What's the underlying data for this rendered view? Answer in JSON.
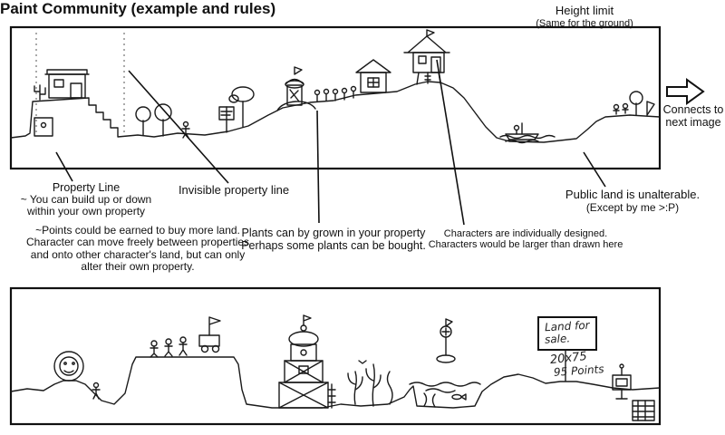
{
  "title": "Paint Community (example and rules)",
  "height_limit": {
    "line1": "Height limit",
    "line2": "(Same for the ground)"
  },
  "connector": {
    "line1": "Connects to",
    "line2": "next image"
  },
  "notes": {
    "property_line": {
      "line1": "Property Line",
      "line2": "~ You can build up or down",
      "line3": "within your own property"
    },
    "invisible_property_line": "Invisible property line",
    "points_rules": {
      "line1": "~Points could be earned to buy more land.",
      "line2": "Character can move freely between properties",
      "line3": "and onto other character's land, but can only",
      "line4": "alter their own property."
    },
    "plants": {
      "line1": "Plants can by grown in your property",
      "line2": "Perhaps some plants can be bought."
    },
    "characters": {
      "line1": "Characters are individually designed.",
      "line2": "Characters would be larger than drawn here"
    },
    "public_land": {
      "line1": "Public land is unalterable.",
      "line2": "(Except by me >:P)"
    }
  },
  "sign": {
    "line1": "Land for",
    "line2": "sale.",
    "line3": "20x75",
    "line4": "95 Points"
  },
  "ink_color": "#1a1a1a"
}
